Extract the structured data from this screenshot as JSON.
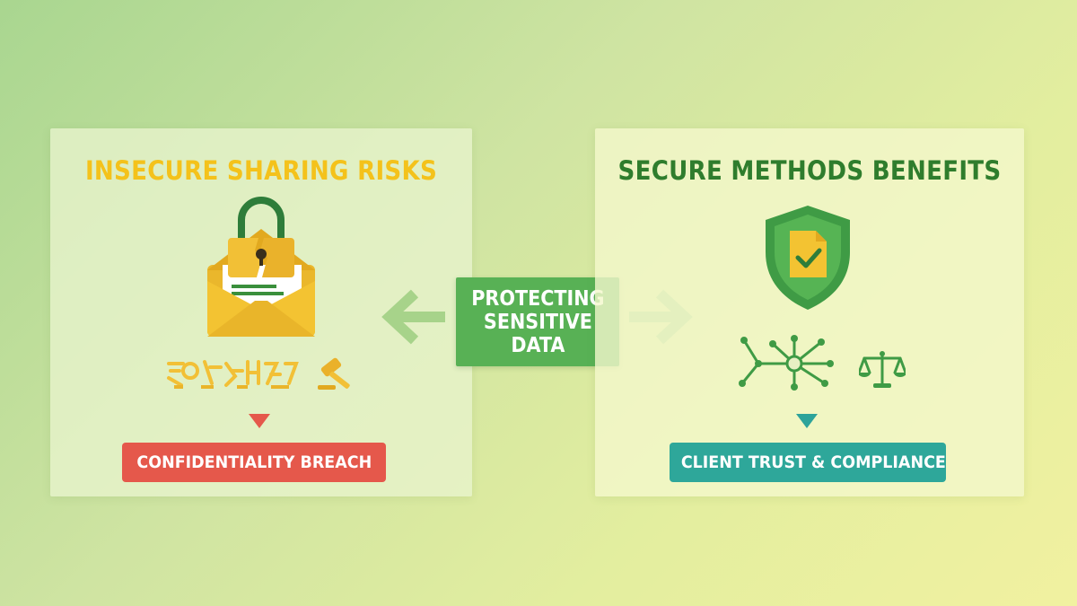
{
  "left_panel": {
    "title": "INSECURE SHARING RISKS",
    "icons": [
      "broken-lock-icon",
      "open-envelope-icon",
      "scrambled-text-icon",
      "gavel-icon"
    ],
    "result_label": "CONFIDENTIALITY BREACH",
    "colors": {
      "title": "#f4c21b",
      "result": "#e5584b"
    }
  },
  "center": {
    "label": "PROTECTING\nSENSITIVE\nDATA",
    "color": "#58b155"
  },
  "right_panel": {
    "title": "SECURE METHODS BENEFITS",
    "icons": [
      "shield-document-check-icon",
      "network-nodes-icon",
      "scales-of-justice-icon"
    ],
    "result_label": "CLIENT TRUST & COMPLIANCE",
    "colors": {
      "title": "#2f7d2d",
      "result": "#2ea79a"
    }
  }
}
